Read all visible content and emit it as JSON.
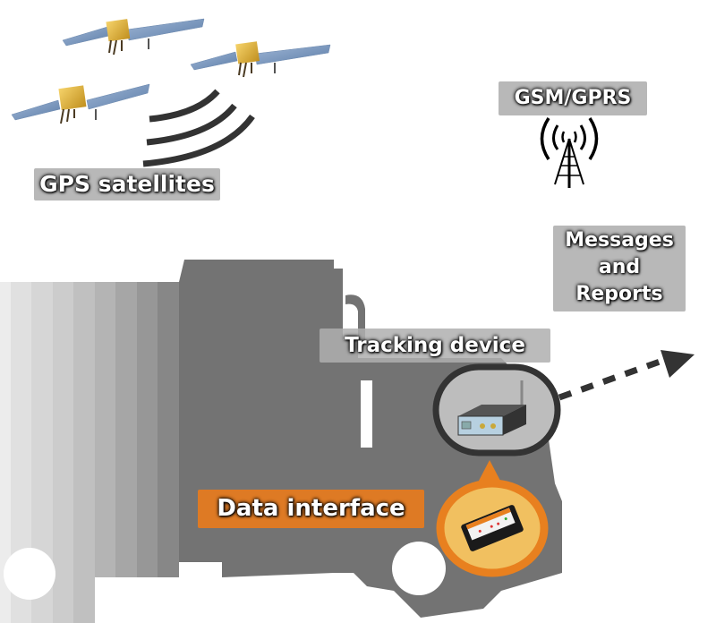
{
  "title": "Vehicle tracking system diagram",
  "labels": {
    "gps": "GPS satellites",
    "gsm": "GSM/GPRS",
    "messages_line1": "Messages",
    "messages_line2": "and",
    "messages_line3": "Reports",
    "tracking": "Tracking device",
    "data_interface": "Data interface"
  },
  "icons": {
    "satellites": [
      "satellite-icon",
      "satellite-icon",
      "satellite-icon"
    ],
    "signal": "signal-waves-icon",
    "tower": "cell-tower-icon",
    "tracker": "tracking-device-icon",
    "interface": "data-interface-device-icon",
    "arrow_up": "arrow-up-icon",
    "arrow_out": "dashed-arrow-icon"
  },
  "colors": {
    "truck": "#737373",
    "accent_orange": "#e8801f",
    "label_grey": "#a8a8a8",
    "dark": "#333333"
  }
}
